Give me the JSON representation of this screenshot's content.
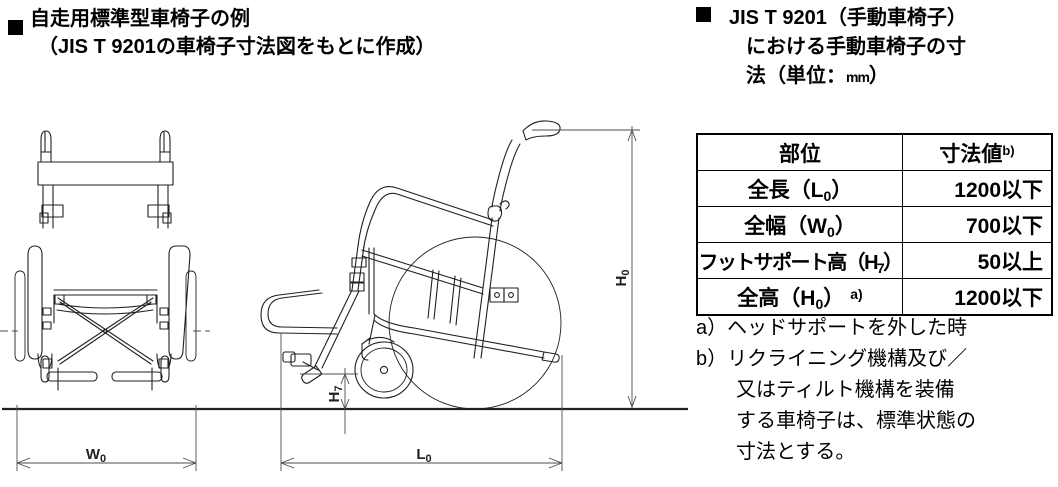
{
  "left": {
    "bullet_icon": "filled-square-bullet",
    "heading_line1": "自走用標準型車椅子の例",
    "heading_line2": "（JIS T 9201の車椅子寸法図をもとに作成）",
    "front_view": {
      "dimension_label": "W",
      "dimension_sub": "0"
    },
    "side_view": {
      "length_label": "L",
      "length_sub": "0",
      "height_label": "H",
      "height_sub": "0",
      "footsupport_label": "H",
      "footsupport_sub": "7"
    }
  },
  "right": {
    "bullet_icon": "filled-square-bullet",
    "heading_line1": "JIS T 9201（手動車椅子）",
    "heading_line2": "における手動車椅子の寸",
    "heading_line3_a": "法（単位：",
    "heading_line3_mm": "mm",
    "heading_line3_b": "）",
    "table": {
      "headers": [
        "部位",
        "寸法値"
      ],
      "header_sup": "b)",
      "rows": [
        {
          "part": "全長（L",
          "part_sub": "0",
          "part_tail": "）",
          "part_note": "",
          "value": "1200以下",
          "style": "normal"
        },
        {
          "part": "全幅（W",
          "part_sub": "0",
          "part_tail": "）",
          "part_note": "",
          "value": "700以下",
          "style": "normal"
        },
        {
          "part": "フットサポート高（H",
          "part_sub": "7",
          "part_tail": "）",
          "part_note": "",
          "value": "50以上",
          "style": "narrow"
        },
        {
          "part": "全高（H",
          "part_sub": "0",
          "part_tail": "）",
          "part_note": "a)",
          "value": "1200以下",
          "style": "normal"
        }
      ]
    },
    "notes": [
      {
        "marker": "a）",
        "text": "ヘッドサポートを外した時",
        "indent": false
      },
      {
        "marker": "b）",
        "text": "リクライニング機構及び／",
        "indent": false
      },
      {
        "marker": "",
        "text": "又はティルト機構を装備",
        "indent": true
      },
      {
        "marker": "",
        "text": "する車椅子は、標準状態の",
        "indent": true
      },
      {
        "marker": "",
        "text": "寸法とする。",
        "indent": true
      }
    ]
  },
  "colors": {
    "ink": "#231f20",
    "dimension_line": "#4d4d4d",
    "background": "#ffffff"
  }
}
